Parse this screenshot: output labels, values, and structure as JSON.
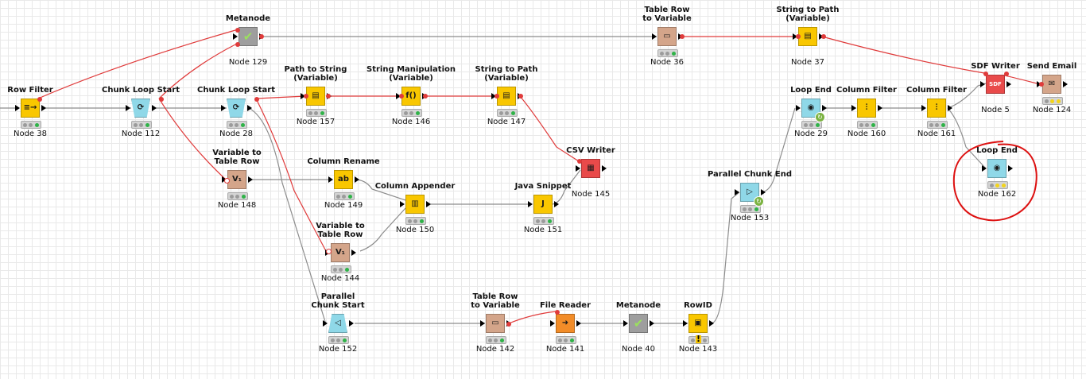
{
  "canvas": {
    "accent_colors": {
      "flow_variable": "#e03b3b",
      "data_connection": "#8c8c8c",
      "selection_annotation": "#dd1111"
    }
  },
  "nodes": [
    {
      "key": "n38",
      "title": "Row Filter",
      "id": "Node 38",
      "color": "#f9c700",
      "icon": "row-filter-icon",
      "glyph": "≡→",
      "status": "green"
    },
    {
      "key": "n112",
      "title": "Chunk Loop Start",
      "id": "Node 112",
      "color": "#8fd8e8",
      "icon": "loop-start-icon",
      "glyph": "⟳",
      "status": "green"
    },
    {
      "key": "n28",
      "title": "Chunk Loop Start",
      "id": "Node 28",
      "color": "#8fd8e8",
      "icon": "loop-start-icon",
      "glyph": "⟳",
      "status": "green"
    },
    {
      "key": "n129",
      "title": "Metanode",
      "id": "Node 129",
      "color": "#9e9e9e",
      "icon": "metanode-check-icon",
      "glyph": "✔",
      "status": "none"
    },
    {
      "key": "n148",
      "title": "Variable to\nTable Row",
      "id": "Node 148",
      "color": "#d4a58a",
      "icon": "variable-to-table-icon",
      "glyph": "V₁",
      "status": "green"
    },
    {
      "key": "n157",
      "title": "Path to String\n(Variable)",
      "id": "Node 157",
      "color": "#f9c700",
      "icon": "path-to-string-icon",
      "glyph": "▤",
      "status": "green"
    },
    {
      "key": "n146",
      "title": "String Manipulation\n(Variable)",
      "id": "Node 146",
      "color": "#f9c700",
      "icon": "string-manipulation-icon",
      "glyph": "f()",
      "status": "green"
    },
    {
      "key": "n147",
      "title": "String to Path\n(Variable)",
      "id": "Node 147",
      "color": "#f9c700",
      "icon": "string-to-path-icon",
      "glyph": "▤",
      "status": "green"
    },
    {
      "key": "n149",
      "title": "Column Rename",
      "id": "Node 149",
      "color": "#f9c700",
      "icon": "column-rename-icon",
      "glyph": "ab",
      "status": "green"
    },
    {
      "key": "n150",
      "title": "Column Appender",
      "id": "Node 150",
      "color": "#f9c700",
      "icon": "column-appender-icon",
      "glyph": "▥",
      "status": "green"
    },
    {
      "key": "n144",
      "title": "Variable to\nTable Row",
      "id": "Node 144",
      "color": "#d4a58a",
      "icon": "variable-to-table-icon",
      "glyph": "V₁",
      "status": "green"
    },
    {
      "key": "n152",
      "title": "Parallel\nChunk Start",
      "id": "Node 152",
      "color": "#8fd8e8",
      "icon": "parallel-chunk-start-icon",
      "glyph": "◁",
      "status": "green"
    },
    {
      "key": "n142",
      "title": "Table Row\nto Variable",
      "id": "Node 142",
      "color": "#d4a58a",
      "icon": "table-row-to-variable-icon",
      "glyph": "▭",
      "status": "green"
    },
    {
      "key": "n141",
      "title": "File Reader",
      "id": "Node 141",
      "color": "#f28c28",
      "icon": "file-reader-icon",
      "glyph": "➜",
      "status": "green"
    },
    {
      "key": "n40",
      "title": "Metanode",
      "id": "Node 40",
      "color": "#9e9e9e",
      "icon": "metanode-check-icon",
      "glyph": "✔",
      "status": "none"
    },
    {
      "key": "n143",
      "title": "RowID",
      "id": "Node 143",
      "color": "#f9c700",
      "icon": "rowid-icon",
      "glyph": "▣",
      "status": "warning"
    },
    {
      "key": "n151",
      "title": "Java Snippet",
      "id": "Node 151",
      "color": "#f9c700",
      "icon": "java-snippet-icon",
      "glyph": "J",
      "status": "green"
    },
    {
      "key": "n145",
      "title": "CSV Writer",
      "id": "Node 145",
      "color": "#e94a4a",
      "icon": "csv-writer-icon",
      "glyph": "▦",
      "status": "none"
    },
    {
      "key": "n153",
      "title": "Parallel Chunk End",
      "id": "Node 153",
      "color": "#8fd8e8",
      "icon": "parallel-chunk-end-icon",
      "glyph": "▷",
      "status": "green"
    },
    {
      "key": "n36",
      "title": "Table Row\nto Variable",
      "id": "Node 36",
      "color": "#d4a58a",
      "icon": "table-row-to-variable-icon",
      "glyph": "▭",
      "status": "green"
    },
    {
      "key": "n37",
      "title": "String to Path\n(Variable)",
      "id": "Node 37",
      "color": "#f9c700",
      "icon": "string-to-path-icon",
      "glyph": "▤",
      "status": "none"
    },
    {
      "key": "n29",
      "title": "Loop End",
      "id": "Node 29",
      "color": "#8fd8e8",
      "icon": "loop-end-icon",
      "glyph": "◉",
      "status": "green"
    },
    {
      "key": "n160",
      "title": "Column Filter",
      "id": "Node 160",
      "color": "#f9c700",
      "icon": "column-filter-icon",
      "glyph": "⫶",
      "status": "green"
    },
    {
      "key": "n161",
      "title": "Column Filter",
      "id": "Node 161",
      "color": "#f9c700",
      "icon": "column-filter-icon",
      "glyph": "⫶",
      "status": "green"
    },
    {
      "key": "n5",
      "title": "SDF Writer",
      "id": "Node 5",
      "color": "#e94a4a",
      "icon": "sdf-writer-icon",
      "glyph": "SDF",
      "status": "none"
    },
    {
      "key": "n124",
      "title": "Send Email",
      "id": "Node 124",
      "color": "#d4a58a",
      "icon": "send-email-icon",
      "glyph": "✉",
      "status": "yellow"
    },
    {
      "key": "n162",
      "title": "Loop End",
      "id": "Node 162",
      "color": "#8fd8e8",
      "icon": "loop-end-icon",
      "glyph": "◉",
      "status": "yellow"
    }
  ]
}
